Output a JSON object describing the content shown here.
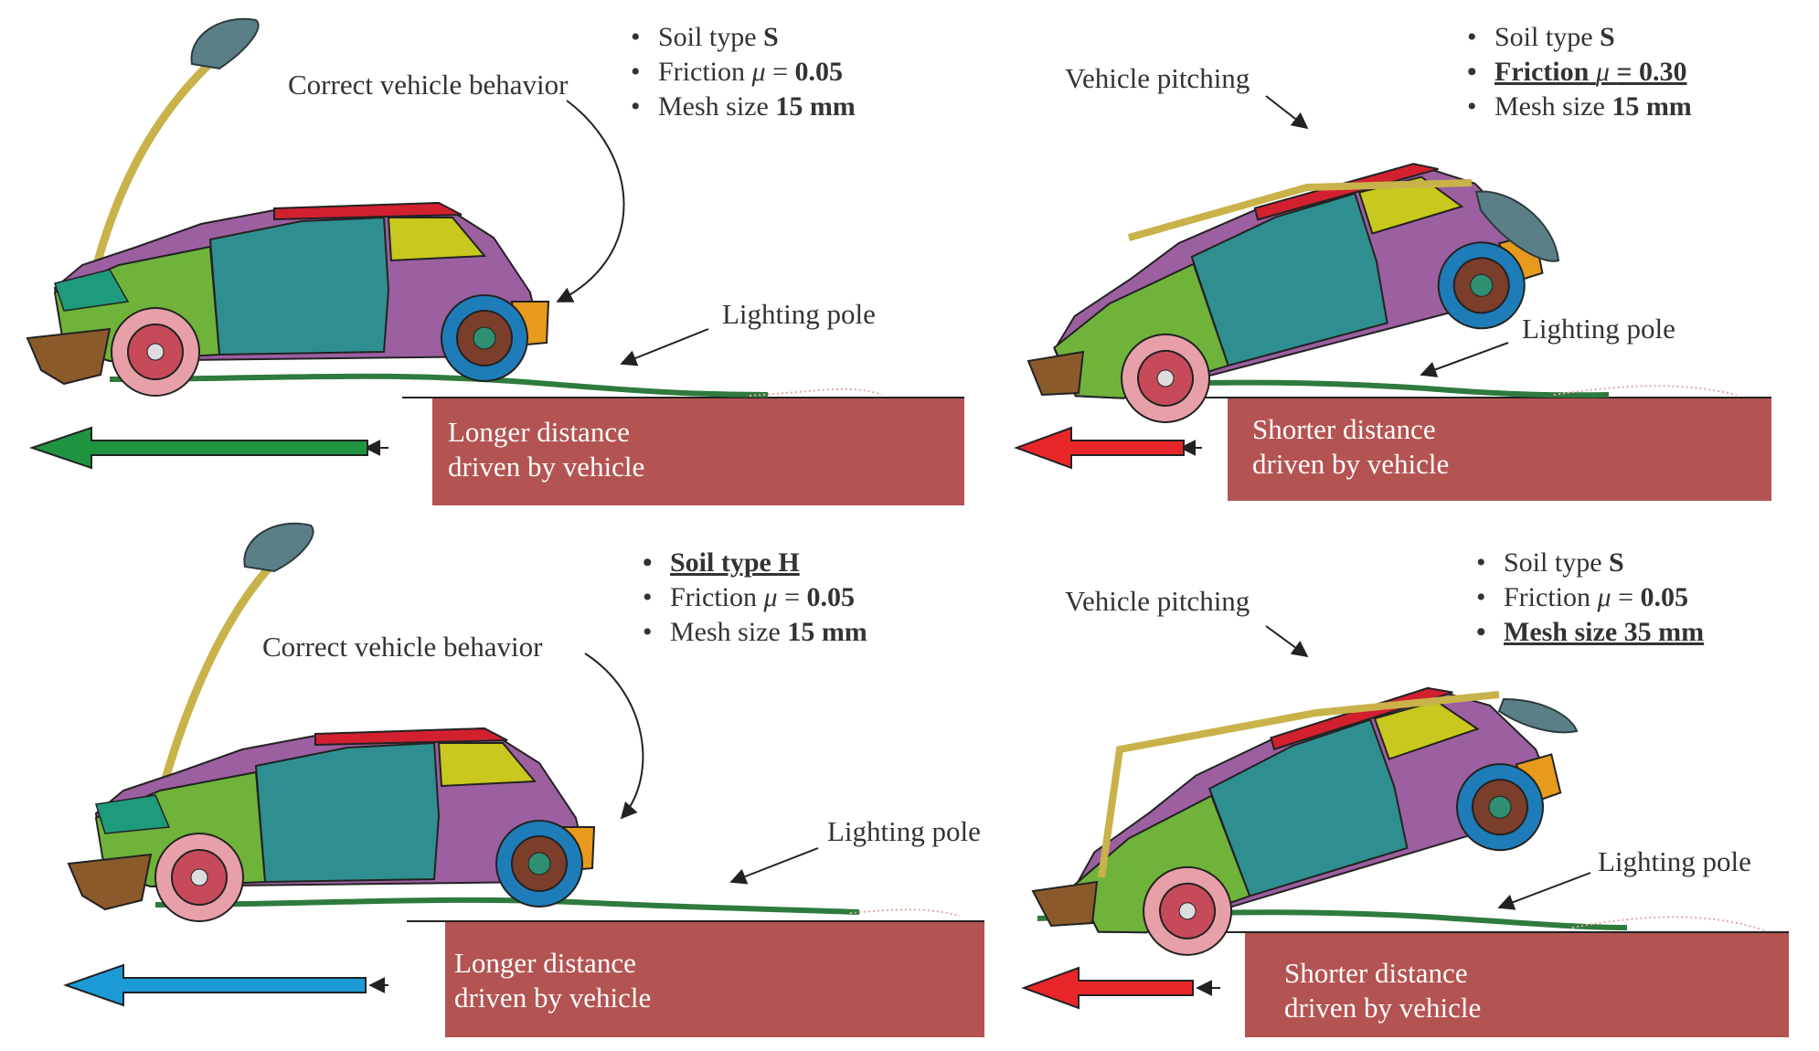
{
  "panels": [
    {
      "id": "top-left",
      "bullets": [
        {
          "text": "Soil type ",
          "bold": "S",
          "emph": false
        },
        {
          "text": "Friction ",
          "mu": "μ",
          "eq": "= ",
          "bold": "0.05",
          "emph": false
        },
        {
          "text": "Mesh size ",
          "bold": "15 mm",
          "emph": false
        }
      ],
      "behavior_label": "Correct vehicle behavior",
      "pole_label": "Lighting pole",
      "distance_label": [
        "Longer distance",
        "driven by vehicle"
      ],
      "arrow_color": "#1e9441"
    },
    {
      "id": "top-right",
      "bullets": [
        {
          "text": "Soil type ",
          "bold": "S",
          "emph": false
        },
        {
          "text": "Friction ",
          "mu": "μ",
          "eq": "= ",
          "bold": "0.30",
          "emph": true
        },
        {
          "text": "Mesh size ",
          "bold": "15 mm",
          "emph": false
        }
      ],
      "behavior_label": "Vehicle pitching",
      "pole_label": "Lighting pole",
      "distance_label": [
        "Shorter distance",
        "driven by vehicle"
      ],
      "arrow_color": "#e8262a"
    },
    {
      "id": "bottom-left",
      "bullets": [
        {
          "text": "Soil type ",
          "bold": "H",
          "emph": true,
          "bold_all": true
        },
        {
          "text": "Friction ",
          "mu": "μ",
          "eq": "= ",
          "bold": "0.05",
          "emph": false
        },
        {
          "text": "Mesh size ",
          "bold": "15 mm",
          "emph": false
        }
      ],
      "behavior_label": "Correct vehicle behavior",
      "pole_label": "Lighting pole",
      "distance_label": [
        "Longer distance",
        "driven by vehicle"
      ],
      "arrow_color": "#1c9ad6"
    },
    {
      "id": "bottom-right",
      "bullets": [
        {
          "text": "Soil type ",
          "bold": "S",
          "emph": false
        },
        {
          "text": "Friction ",
          "mu": "μ",
          "eq": "= ",
          "bold": "0.05",
          "emph": false
        },
        {
          "text": "Mesh size 35 mm",
          "bold": "",
          "emph": true,
          "bold_all": true
        }
      ],
      "behavior_label": "Vehicle pitching",
      "pole_label": "Lighting pole",
      "distance_label": [
        "Shorter distance",
        "driven by vehicle"
      ],
      "arrow_color": "#e8262a"
    }
  ],
  "colors": {
    "ground_box": "#b35452",
    "car_body": "#9c5fa0",
    "car_door": "#2f8f90",
    "car_roof": "#d2202f",
    "car_window": "#c8c81e",
    "car_front": "#6fb33b",
    "car_bumper": "#e79a1c",
    "wheel_tire": "#1e7db8",
    "pole": "#c9b24a",
    "lamp": "#5b7f86",
    "pole_ground": "#2f7a3e"
  }
}
